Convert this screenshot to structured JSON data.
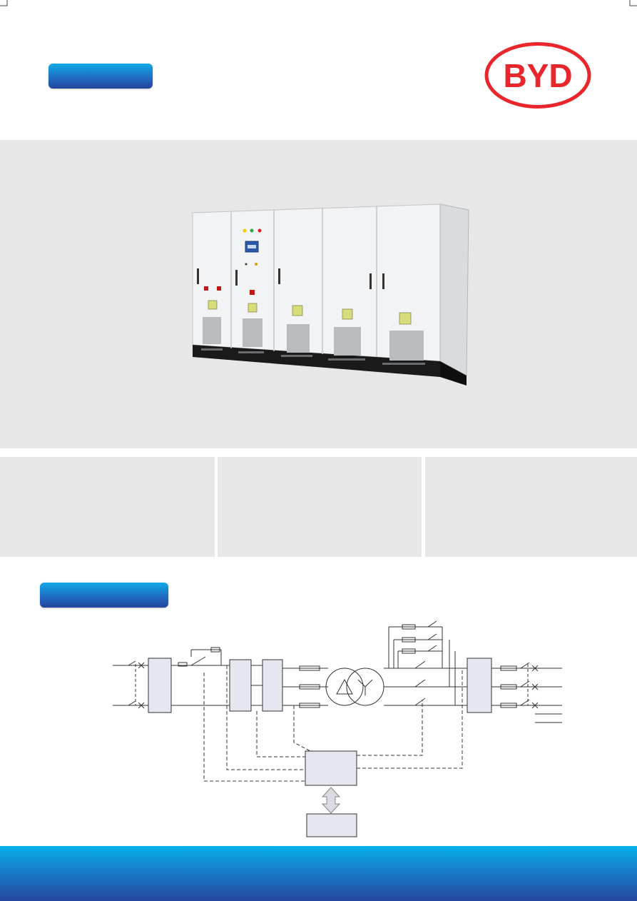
{
  "header": {
    "section_pill_top": "",
    "section_pill_bottom": "",
    "logo": {
      "text": "BYD",
      "icon": "byd-logo",
      "color": "#e8262c"
    }
  },
  "hero": {
    "background": "#e7e7e7",
    "image_icon": "inverter-cabinet-image"
  },
  "features": [
    {
      "label": ""
    },
    {
      "label": ""
    },
    {
      "label": ""
    }
  ],
  "diagram": {
    "icon": "single-line-schematic",
    "nodes": [
      "triangle-symbol",
      "y-symbol"
    ]
  },
  "colors": {
    "accent_blue": "#1f6fc4",
    "footer_top": "#05b1ea",
    "footer_bottom": "#26479b",
    "panel_gray": "#e7e7e7"
  }
}
